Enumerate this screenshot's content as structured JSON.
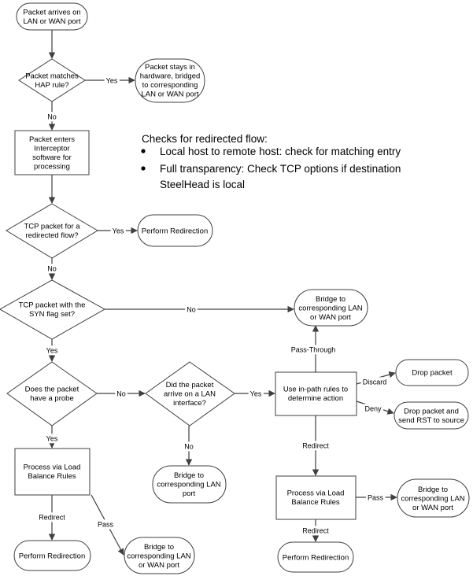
{
  "nodes": {
    "start": "Packet arrives on\nLAN or WAN port",
    "hap_check": "Packet matches\nHAP rule?",
    "hap_stays": "Packet stays in\nhardware, bridged\nto corresponding\nLAN or WAN port",
    "interceptor": "Packet enters\nInterceptor\nsoftware for\nprocessing",
    "tcp_redirected": "TCP packet for a\nredirected flow?",
    "perform_redirection_top": "Perform Redirection",
    "syn_check": "TCP packet with the\nSYN flag set?",
    "bridge_top_right": "Bridge to\ncorresponding LAN\nor WAN port",
    "probe_check": "Does the packet\nhave a probe",
    "lan_check": "Did the packet\narrive on a LAN\ninterface?",
    "inpath_rules": "Use in-path rules to\ndetermine action",
    "drop_packet": "Drop packet",
    "drop_rst": "Drop packet and\nsend RST to source",
    "lb_left": "Process via Load\nBalance Rules",
    "bridge_lan_mid": "Bridge to\ncorresponding LAN\nport",
    "lb_right": "Process via Load\nBalance Rules",
    "bridge_right_lb": "Bridge to\ncorresponding LAN\nor WAN port",
    "redirect_bottom_left": "Perform Redirection",
    "bridge_bottom_mid": "Bridge to\ncorresponding LAN\nor WAN port",
    "redirect_bottom_right": "Perform Redirection"
  },
  "edge_labels": {
    "hap_yes": "Yes",
    "hap_no": "No",
    "redirected_yes": "Yes",
    "redirected_no": "No",
    "syn_no": "No",
    "syn_yes": "Yes",
    "probe_no": "No",
    "probe_yes": "Yes",
    "lan_yes": "Yes",
    "lan_no": "No",
    "pass_through": "Pass-Through",
    "discard": "Discard",
    "deny": "Deny",
    "redirect_mid": "Redirect",
    "pass_right": "Pass",
    "redirect_right": "Redirect",
    "redirect_left": "Redirect",
    "pass_left": "Pass"
  },
  "note": {
    "title": "Checks for redirected flow:",
    "items": [
      "Local host to remote host: check for matching entry",
      "Full transparency:  Check TCP options if destination\nSteelHead is local"
    ]
  }
}
